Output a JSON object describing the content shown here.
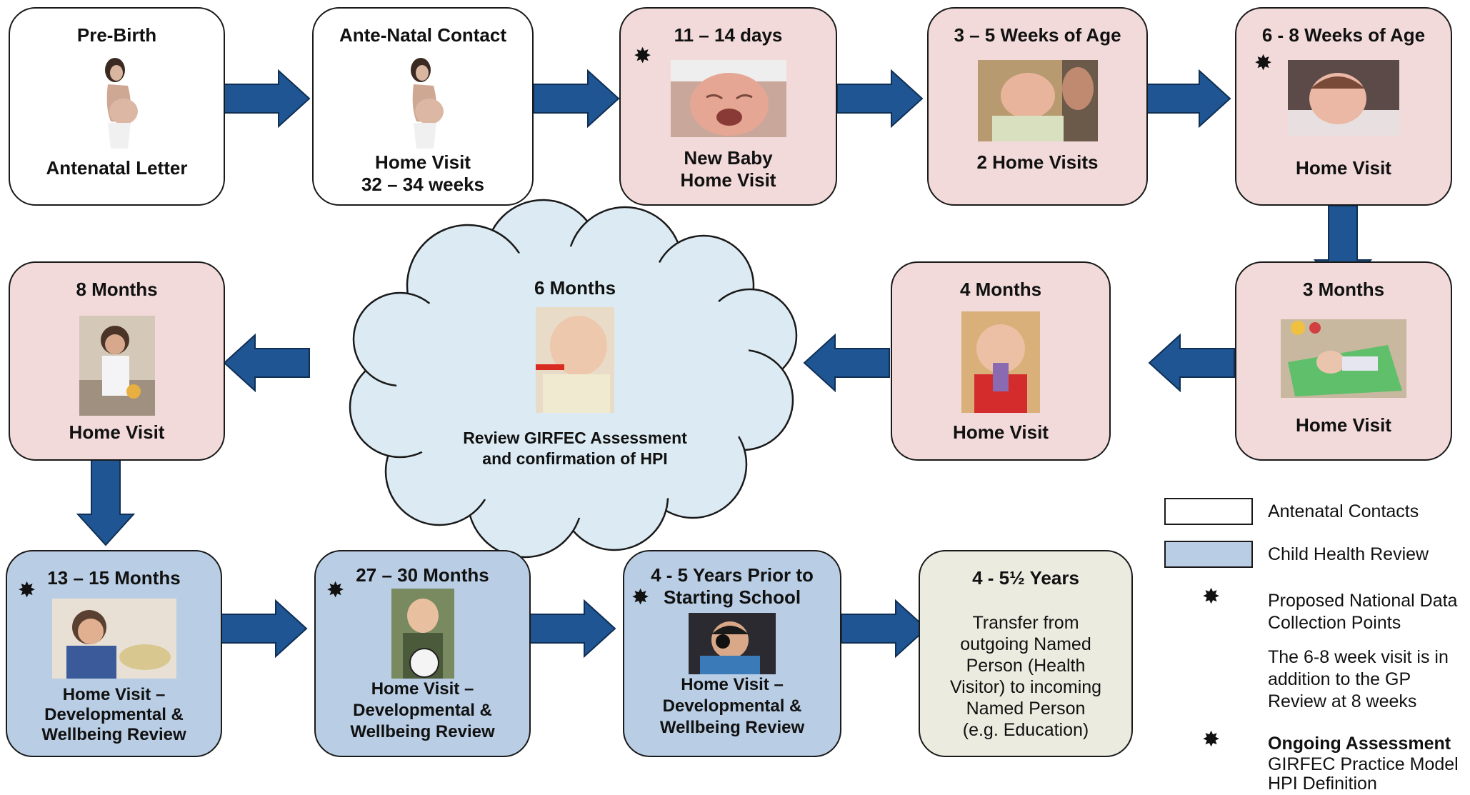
{
  "row1": {
    "pre_birth": {
      "title": "Pre-Birth",
      "sub": "Antenatal Letter"
    },
    "ante_natal": {
      "title": "Ante-Natal Contact",
      "sub1": "Home Visit",
      "sub2": "32 – 34 weeks"
    },
    "days_11_14": {
      "title": "11 – 14 days",
      "sub1": "New Baby",
      "sub2": "Home Visit"
    },
    "weeks_3_5": {
      "title": "3 – 5 Weeks of Age",
      "sub": "2 Home Visits"
    },
    "weeks_6_8": {
      "title": "6 - 8 Weeks of Age",
      "sub": "Home Visit"
    }
  },
  "row2": {
    "months_3": {
      "title": "3 Months",
      "sub": "Home Visit"
    },
    "months_4": {
      "title": "4 Months",
      "sub": "Home Visit"
    },
    "months_6": {
      "title": "6 Months",
      "sub1": "Review GIRFEC Assessment",
      "sub2": "and confirmation of HPI"
    },
    "months_8": {
      "title": "8 Months",
      "sub": "Home Visit"
    }
  },
  "row3": {
    "months_13_15": {
      "title": "13 – 15 Months",
      "sub1": "Home Visit –",
      "sub2": "Developmental &",
      "sub3": "Wellbeing Review"
    },
    "months_27_30": {
      "title": "27 – 30 Months",
      "sub1": "Home Visit –",
      "sub2": "Developmental &",
      "sub3": "Wellbeing Review"
    },
    "years_4_5": {
      "title1": "4 - 5 Years Prior to",
      "title2": "Starting School",
      "sub1": "Home Visit –",
      "sub2": "Developmental &",
      "sub3": "Wellbeing Review"
    },
    "years_4_5half": {
      "title": "4 - 5½ Years",
      "l1": "Transfer from",
      "l2": "outgoing Named",
      "l3": "Person (Health",
      "l4": "Visitor) to incoming",
      "l5": "Named Person",
      "l6": "(e.g. Education)"
    }
  },
  "legend": {
    "antenatal": "Antenatal Contacts",
    "child_health": "Child Health Review",
    "proposed1": "Proposed National Data",
    "proposed2": "Collection Points",
    "note1": "The 6-8 week visit is in",
    "note2": "addition to the GP",
    "note3": "Review at 8 weeks",
    "ongoing_bold": "Ongoing Assessment",
    "ongoing2": "GIRFEC Practice Model",
    "ongoing3": "HPI Definition"
  },
  "star_glyph": "✸",
  "colors": {
    "antenatal": "#ffffff",
    "visit": "#f2dada",
    "child_health_review": "#b9cde4",
    "transfer": "#ecebdf",
    "cloud": "#dcebf3",
    "arrow": "#1f5592"
  }
}
